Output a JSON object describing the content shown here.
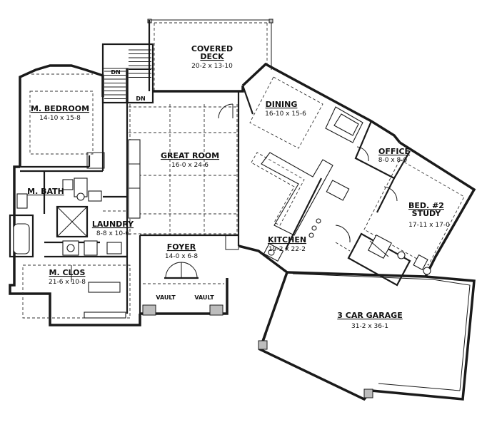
{
  "rooms": {
    "covered_deck": {
      "name1": "COVERED",
      "name2": "DECK",
      "dims": "20-2 x 13-10"
    },
    "master_bedroom": {
      "name": "M. BEDROOM",
      "dims": "14-10 x 15-8"
    },
    "dining": {
      "name": "DINING",
      "dims": "16-10 x 15-6"
    },
    "great_room": {
      "name": "GREAT ROOM",
      "dims": "16-0 x 24-6"
    },
    "office": {
      "name": "OFFICE",
      "dims": "8-0 x 8-0"
    },
    "master_bath": {
      "name": "M. BATH"
    },
    "bedroom2": {
      "name1": "BED. #2",
      "name2": "STUDY",
      "dims": "17-11 x 17-0"
    },
    "laundry": {
      "name": "LAUNDRY",
      "dims": "8-8 x 10-6"
    },
    "kitchen": {
      "name": "KITCHEN",
      "dims": "19-2 x 22-2"
    },
    "foyer": {
      "name": "FOYER",
      "dims": "14-0 x 6-8"
    },
    "master_closet": {
      "name": "M. CLOS",
      "dims": "21-6 x 10-8"
    },
    "garage": {
      "name": "3 CAR GARAGE",
      "dims": "31-2 x 36-1"
    }
  },
  "stairs": {
    "dn1": "DN",
    "dn2": "DN"
  },
  "vaults": {
    "left": "VAULT",
    "right": "VAULT"
  }
}
